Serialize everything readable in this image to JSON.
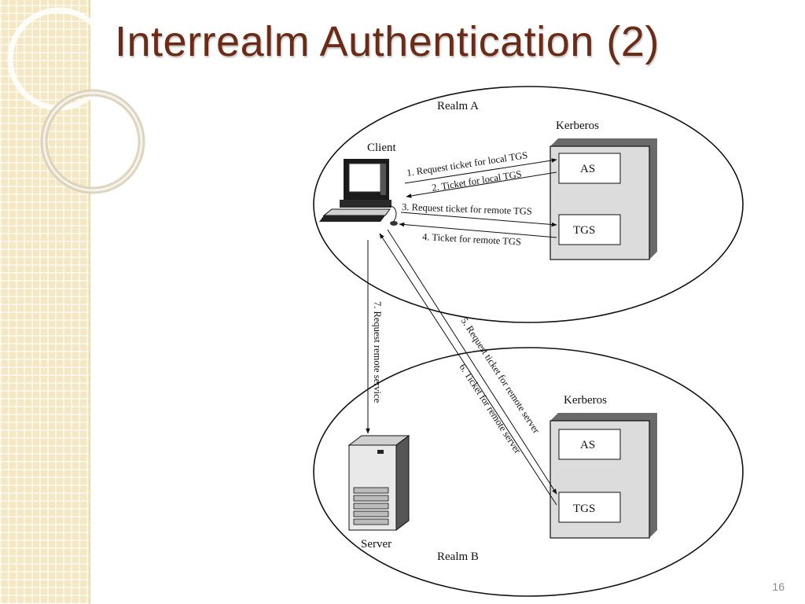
{
  "slide": {
    "title": "Interrealm Authentication (2)",
    "page_number": "16"
  },
  "diagram": {
    "realm_a": {
      "label": "Realm A",
      "kerberos_label": "Kerberos",
      "as_label": "AS",
      "tgs_label": "TGS",
      "client_label": "Client"
    },
    "realm_b": {
      "label": "Realm B",
      "kerberos_label": "Kerberos",
      "as_label": "AS",
      "tgs_label": "TGS",
      "server_label": "Server"
    },
    "messages": [
      "1. Request ticket for local TGS",
      "2. Ticket for local TGS",
      "3. Request ticket for remote TGS",
      "4. Ticket for remote TGS",
      "5. Request ticket for remote server",
      "6. Ticket for remote server",
      "7. Request remote service"
    ]
  }
}
